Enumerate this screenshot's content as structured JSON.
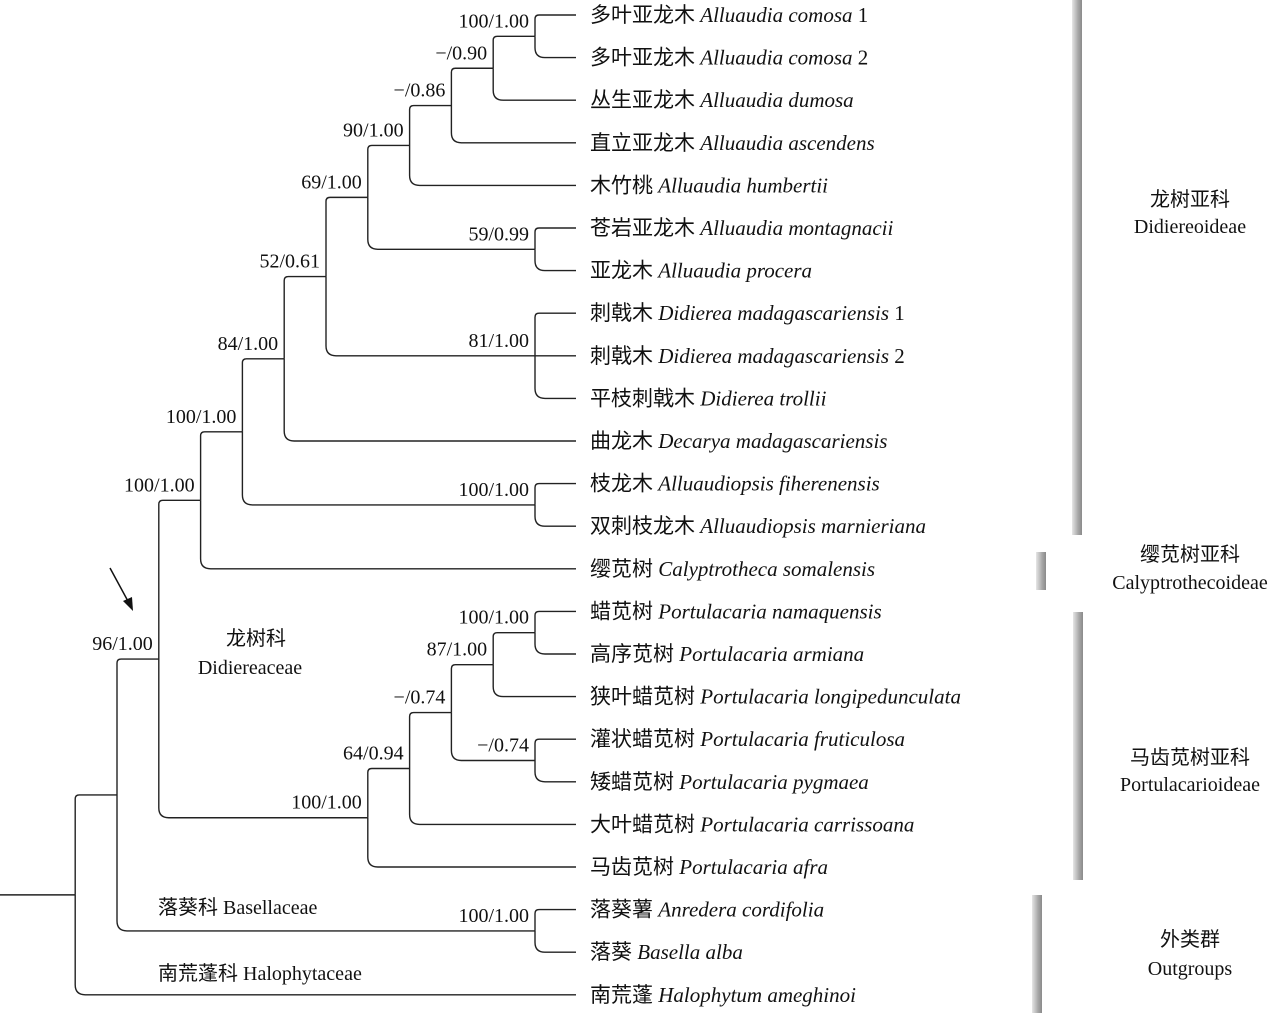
{
  "tips": [
    {
      "cn": "多叶亚龙木",
      "latin": "Alluaudia comosa",
      "suffix": "1"
    },
    {
      "cn": "多叶亚龙木",
      "latin": "Alluaudia comosa",
      "suffix": "2"
    },
    {
      "cn": "丛生亚龙木",
      "latin": "Alluaudia dumosa",
      "suffix": ""
    },
    {
      "cn": "直立亚龙木",
      "latin": "Alluaudia ascendens",
      "suffix": ""
    },
    {
      "cn": "木竹桃",
      "latin": "Alluaudia humbertii",
      "suffix": ""
    },
    {
      "cn": "苍岩亚龙木",
      "latin": "Alluaudia montagnacii",
      "suffix": ""
    },
    {
      "cn": "亚龙木",
      "latin": "Alluaudia procera",
      "suffix": ""
    },
    {
      "cn": "刺戟木",
      "latin": "Didierea madagascariensis",
      "suffix": "1"
    },
    {
      "cn": "刺戟木",
      "latin": "Didierea madagascariensis",
      "suffix": "2"
    },
    {
      "cn": "平枝刺戟木",
      "latin": "Didierea trollii",
      "suffix": ""
    },
    {
      "cn": "曲龙木",
      "latin": "Decarya madagascariensis",
      "suffix": ""
    },
    {
      "cn": "枝龙木",
      "latin": "Alluaudiopsis fiherenensis",
      "suffix": ""
    },
    {
      "cn": "双刺枝龙木",
      "latin": "Alluaudiopsis marnieriana",
      "suffix": ""
    },
    {
      "cn": "缨苋树",
      "latin": "Calyptrotheca somalensis",
      "suffix": ""
    },
    {
      "cn": "蜡苋树",
      "latin": "Portulacaria namaquensis",
      "suffix": ""
    },
    {
      "cn": "高序苋树",
      "latin": "Portulacaria armiana",
      "suffix": ""
    },
    {
      "cn": "狭叶蜡苋树",
      "latin": "Portulacaria longipedunculata",
      "suffix": ""
    },
    {
      "cn": "灌状蜡苋树",
      "latin": "Portulacaria fruticulosa",
      "suffix": ""
    },
    {
      "cn": "矮蜡苋树",
      "latin": "Portulacaria pygmaea",
      "suffix": ""
    },
    {
      "cn": "大叶蜡苋树",
      "latin": "Portulacaria carrissoana",
      "suffix": ""
    },
    {
      "cn": "马齿苋树",
      "latin": "Portulacaria afra",
      "suffix": ""
    },
    {
      "cn": "落葵薯",
      "latin": "Anredera cordifolia",
      "suffix": ""
    },
    {
      "cn": "落葵",
      "latin": "Basella alba",
      "suffix": ""
    },
    {
      "cn": "南荒蓬",
      "latin": "Halophytum ameghinoi",
      "suffix": ""
    }
  ],
  "tree": {
    "support": "",
    "children": [
      {
        "support": "",
        "children": [
          {
            "support": "96/1.00",
            "children": [
              {
                "support": "100/1.00",
                "children": [
                  {
                    "support": "100/1.00",
                    "children": [
                      {
                        "support": "84/1.00",
                        "children": [
                          {
                            "support": "52/0.61",
                            "children": [
                              {
                                "support": "69/1.00",
                                "children": [
                                  {
                                    "support": "90/1.00",
                                    "children": [
                                      {
                                        "support": "−/0.86",
                                        "children": [
                                          {
                                            "support": "−/0.90",
                                            "children": [
                                              {
                                                "support": "100/1.00",
                                                "children": [
                                                  0,
                                                  1
                                                ]
                                              },
                                              2
                                            ]
                                          },
                                          3
                                        ]
                                      },
                                      4
                                    ]
                                  },
                                  {
                                    "support": "59/0.99",
                                    "children": [
                                      5,
                                      6
                                    ]
                                  }
                                ]
                              },
                              {
                                "support": "81/1.00",
                                "children": [
                                  7,
                                  8,
                                  9
                                ]
                              }
                            ]
                          },
                          10
                        ]
                      },
                      {
                        "support": "100/1.00",
                        "children": [
                          11,
                          12
                        ]
                      }
                    ]
                  },
                  13
                ]
              },
              {
                "support": "100/1.00",
                "children": [
                  {
                    "support": "64/0.94",
                    "children": [
                      {
                        "support": "−/0.74",
                        "children": [
                          {
                            "support": "87/1.00",
                            "children": [
                              {
                                "support": "100/1.00",
                                "children": [
                                  14,
                                  15
                                ]
                              },
                              16
                            ]
                          },
                          {
                            "support": "−/0.74",
                            "children": [
                              17,
                              18
                            ]
                          }
                        ]
                      },
                      19
                    ]
                  },
                  20
                ]
              }
            ]
          },
          {
            "support": "100/1.00",
            "children": [
              21,
              22
            ]
          }
        ]
      },
      23
    ]
  },
  "families": {
    "didiereaceae_cn": "龙树科",
    "didiereaceae_latin": "Didiereaceae",
    "basellaceae": "落葵科 Basellaceae",
    "halophytaceae": "南荒蓬科 Halophytaceae"
  },
  "subfamilies": [
    {
      "cn": "龙树亚科",
      "latin": "Didiereoideae"
    },
    {
      "cn": "缨苋树亚科",
      "latin": "Calyptrothecoideae"
    },
    {
      "cn": "马齿苋树亚科",
      "latin": "Portulacarioideae"
    },
    {
      "cn": "外类群",
      "latin": "Outgroups"
    }
  ],
  "colors": {
    "line": "#222222",
    "bar_dark": "#9a9a9a",
    "bar_light": "#e8e8e8"
  }
}
